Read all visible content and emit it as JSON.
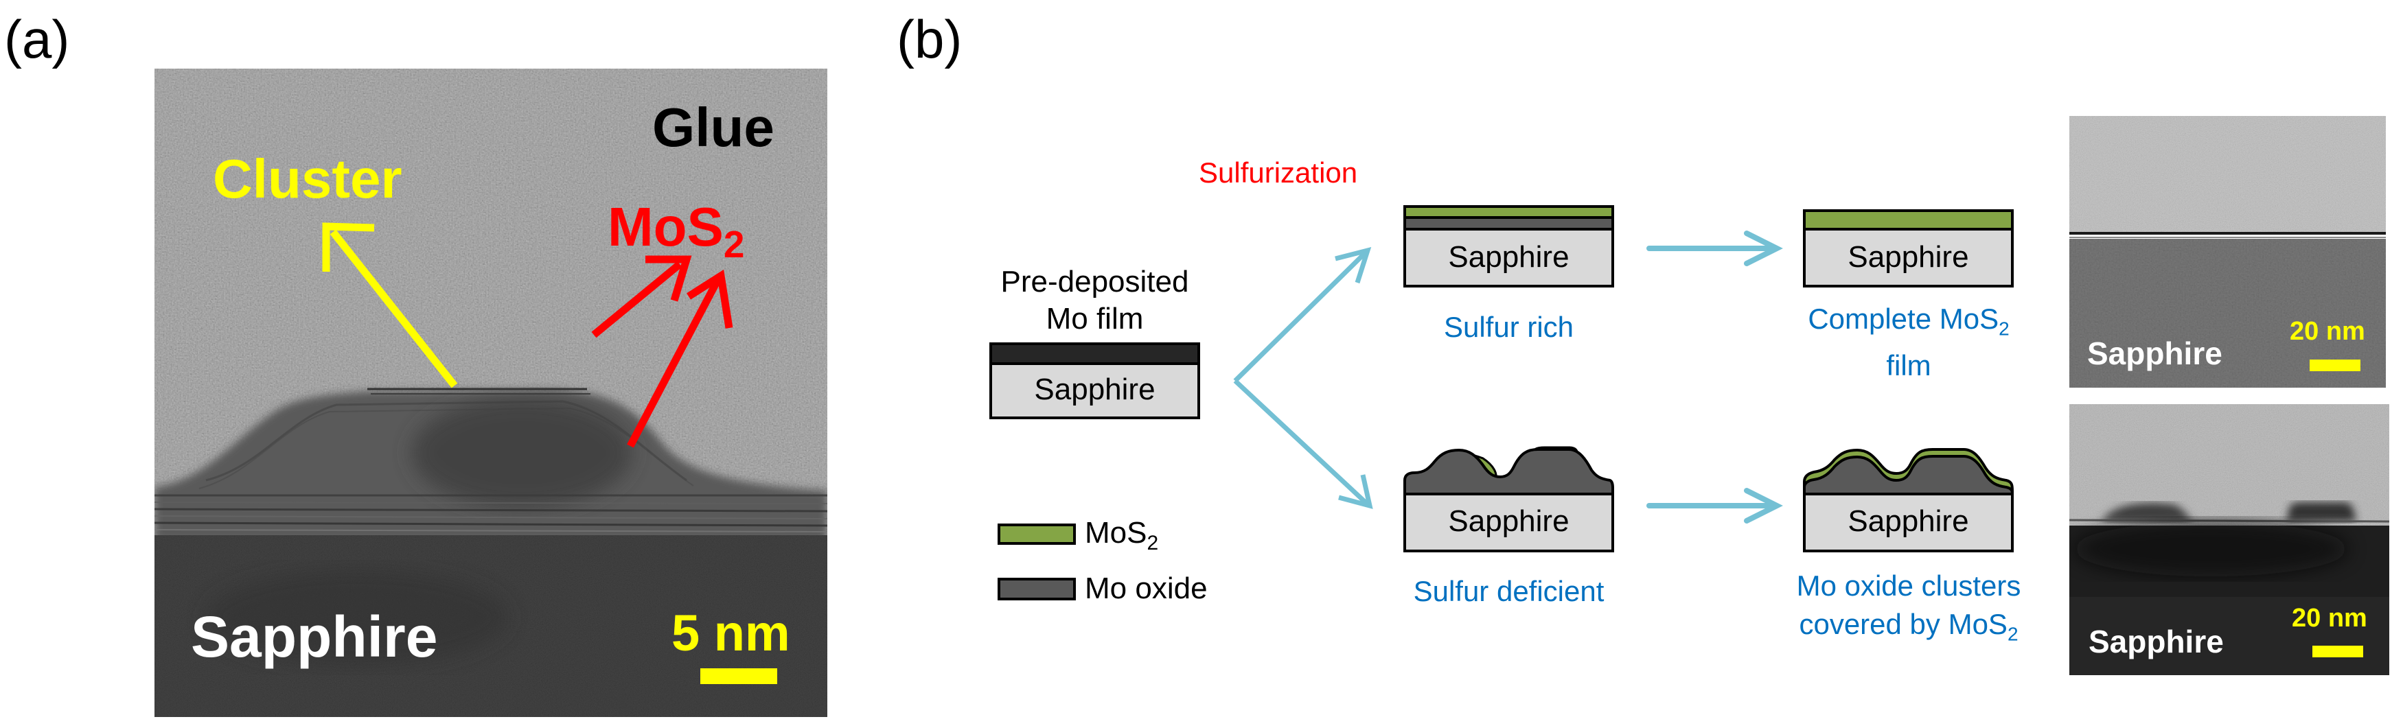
{
  "panel_a": {
    "label": "(a)",
    "image_kind": "HRTEM cross-section",
    "labels": {
      "glue": "Glue",
      "cluster": "Cluster",
      "mos2_base": "MoS",
      "mos2_sub": "2",
      "sapphire": "Sapphire",
      "scale_bar": "5 nm"
    },
    "colors": {
      "cluster": "#ffff00",
      "mos2": "#ff0000",
      "scale": "#ffff00",
      "glue": "#000000",
      "sapphire": "#ffffff"
    }
  },
  "panel_b": {
    "label": "(b)",
    "process_label": "Sulfurization",
    "start": {
      "line1": "Pre-deposited",
      "line2": "Mo film",
      "substrate": "Sapphire"
    },
    "branches": [
      {
        "condition": "Sulfur rich",
        "substrate": "Sapphire",
        "result_line1_base": "Complete MoS",
        "result_line1_sub": "2",
        "result_line2": "film",
        "result_substrate": "Sapphire",
        "tem": {
          "label": "Sapphire",
          "scale_bar": "20 nm"
        }
      },
      {
        "condition": "Sulfur deficient",
        "substrate": "Sapphire",
        "result_line1": "Mo oxide clusters",
        "result_line2_base": "covered by MoS",
        "result_line2_sub": "2",
        "result_substrate": "Sapphire",
        "tem": {
          "label": "Sapphire",
          "scale_bar": "20 nm"
        }
      }
    ],
    "legend": [
      {
        "label_base": "MoS",
        "label_sub": "2",
        "color": "#84a545"
      },
      {
        "label_base": "Mo oxide",
        "label_sub": "",
        "color": "#595959"
      }
    ],
    "colors": {
      "process": "#ff0000",
      "caption": "#0070c0",
      "arrow": "#74c0d4",
      "sapphire_fill": "#d9d9d9",
      "mo_film": "#262626",
      "mo_oxide": "#595959",
      "mos2": "#84a545"
    }
  }
}
